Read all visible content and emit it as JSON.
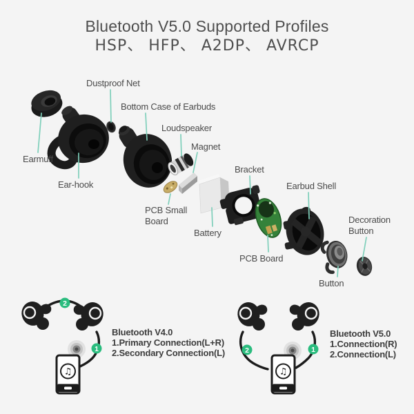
{
  "title": {
    "line1": "Bluetooth V5.0 Supported Profiles",
    "line2": "HSP、 HFP、 A2DP、 AVRCP"
  },
  "exploded_labels": {
    "earmuff": "Earmuff",
    "ear_hook": "Ear-hook",
    "dustproof_net": "Dustproof Net",
    "bottom_case": "Bottom Case of Earbuds",
    "loudspeaker": "Loudspeaker",
    "magnet": "Magnet",
    "pcb_small_board": "PCB Small Board",
    "battery": "Battery",
    "bracket": "Bracket",
    "pcb_board": "PCB Board",
    "earbud_shell": "Earbud Shell",
    "button": "Button",
    "decoration_button": "Decoration Button"
  },
  "bt4": {
    "title": "Bluetooth V4.0",
    "line1": "1.Primary Connection(L+R)",
    "line2": "2.Secondary Connection(L)",
    "badge_earbuds_link": "2",
    "badge_phone_link": "1"
  },
  "bt5": {
    "title": "Bluetooth V5.0",
    "line1": "1.Connection(R)",
    "line2": "2.Connection(L)",
    "badge_left_link": "2",
    "badge_right_link": "1"
  },
  "icons": {
    "music_note": "♫"
  },
  "colors": {
    "background": "#f4f4f4",
    "accent_green": "#2abc7e",
    "leader_line": "#7ecfba",
    "pcb_green": "#35823a",
    "text_dark": "#3c3c3c",
    "label_gray": "#4a4a4a"
  }
}
